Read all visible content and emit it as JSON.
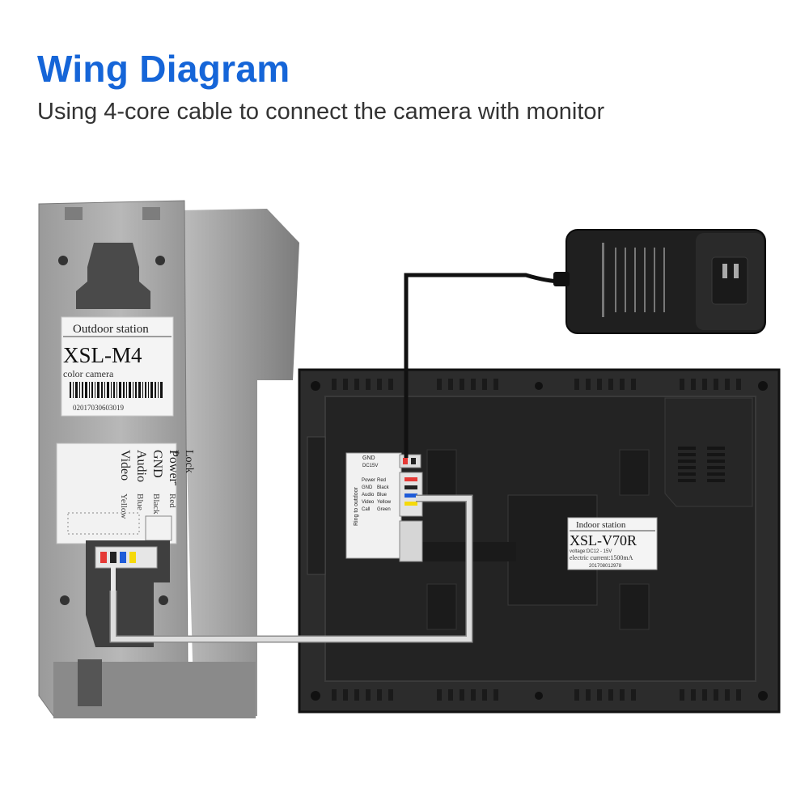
{
  "header": {
    "title": "Wing Diagram",
    "subtitle": "Using 4-core cable to connect the camera with monitor"
  },
  "outdoor": {
    "label_top": "Outdoor station",
    "model": "XSL-M4",
    "desc": "color camera",
    "serial": "02017030603019",
    "terminals": [
      "Power",
      "GND",
      "Audio",
      "Video"
    ],
    "colors": [
      "Red",
      "Black",
      "Blue",
      "Yellow"
    ],
    "lock": "Lock",
    "plus": "+",
    "minus": "-"
  },
  "indoor": {
    "label_top": "Indoor station",
    "model": "XSL-V70R",
    "voltage": "voltage:DC12 - 15V",
    "current": "electric current:1500mA",
    "serial": "201708012978",
    "gnd": "GND",
    "dc": "DC15V",
    "ring": "Ring to outdoor",
    "terminals": [
      "Power",
      "GND",
      "Audio",
      "Video",
      "Call"
    ],
    "colors": [
      "Red",
      "Black",
      "Blue",
      "Yellow",
      "Green"
    ]
  },
  "colors": {
    "title": "#1565d8",
    "text": "#333333",
    "cable": "#c9c9c9",
    "panel": "#a8a8a8",
    "monitor": "#2a2a2a"
  }
}
